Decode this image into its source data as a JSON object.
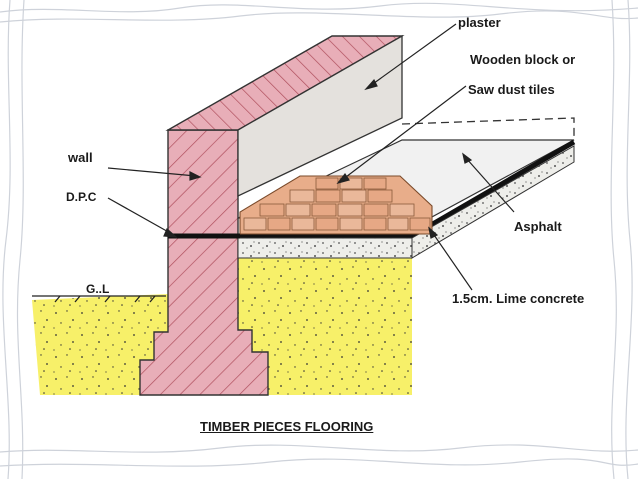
{
  "diagram": {
    "caption": "TIMBER PIECES FLOORING",
    "labels": {
      "plaster": "plaster",
      "wooden_block_line1": "Wooden block or",
      "wooden_block_line2": "Saw dust tiles",
      "wall": "wall",
      "dpc": "D.P.C",
      "asphalt": "Asphalt",
      "gl": "G..L",
      "lime_concrete": "1.5cm. Lime concrete"
    }
  },
  "colors": {
    "wall_fill": "#e8aeb8",
    "wall_stripe": "#b0505e",
    "plaster_fill": "#e4e1dd",
    "soil_fill": "#f7f069",
    "concrete_fill": "#eeeeea",
    "block_fill": "#e8ad8a",
    "dpc": "#111111",
    "border_scribble": "#c9ced6"
  }
}
